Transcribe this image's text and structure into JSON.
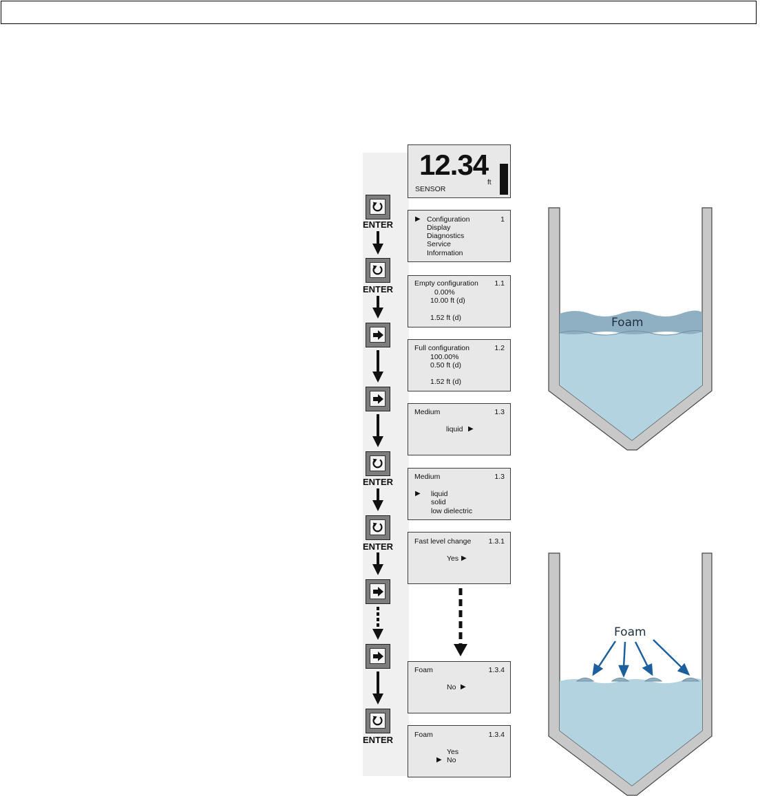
{
  "main_display": {
    "value": "12.34",
    "unit": "ft",
    "label": "SENSOR"
  },
  "menu_screen": {
    "items": [
      "Configuration",
      "Display",
      "Diagnostics",
      "Service",
      "Information"
    ],
    "number": "1"
  },
  "empty_config": {
    "title": "Empty configuration",
    "number": "1.1",
    "lines": [
      "0.00%",
      "10.00 ft (d)",
      "1.52 ft (d)"
    ]
  },
  "full_config": {
    "title": "Full configuration",
    "number": "1.2",
    "lines": [
      "100.00%",
      "0.50 ft (d)",
      "1.52 ft (d)"
    ]
  },
  "medium_screen": {
    "title": "Medium",
    "number": "1.3",
    "value": "liquid"
  },
  "medium_options": {
    "title": "Medium",
    "number": "1.3",
    "options": [
      "liquid",
      "solid",
      "low dielectric"
    ]
  },
  "fast_level": {
    "title": "Fast level change",
    "number": "1.3.1",
    "value": "Yes"
  },
  "foam_screen": {
    "title": "Foam",
    "number": "1.3.4",
    "value": "No"
  },
  "foam_options": {
    "title": "Foam",
    "number": "1.3.4",
    "options": [
      "Yes",
      "No"
    ]
  },
  "keys": {
    "enter_label": "ENTER"
  },
  "tank_top": {
    "label": "Foam"
  },
  "tank_bottom": {
    "label": "Foam"
  },
  "colors": {
    "liquid": "#b3d3e0",
    "foam": "#8fb0c2",
    "tank": "#c8c8c8",
    "arrow_blue": "#1c5f9c"
  }
}
